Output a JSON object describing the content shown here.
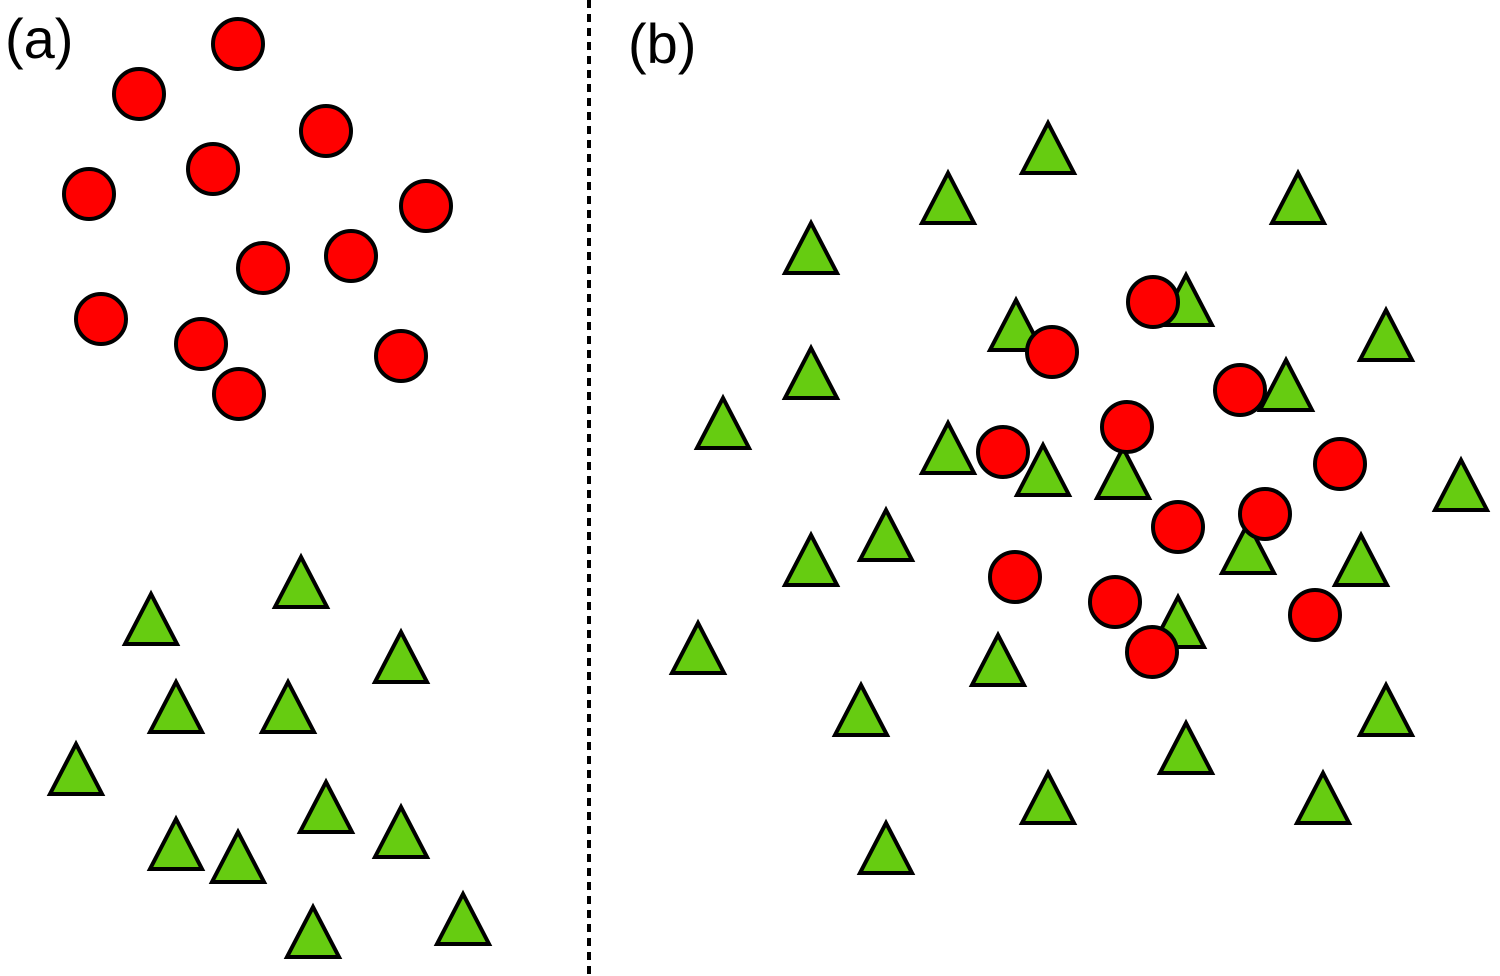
{
  "panels": [
    {
      "label": "(a)"
    },
    {
      "label": "(b)"
    }
  ],
  "colors": {
    "circle_fill": "#ff0000",
    "triangle_fill": "#66cc11",
    "outline": "#000000",
    "background": "#ffffff"
  },
  "marker_shapes": {
    "circle": "red-circle",
    "triangle": "green-triangle"
  }
}
